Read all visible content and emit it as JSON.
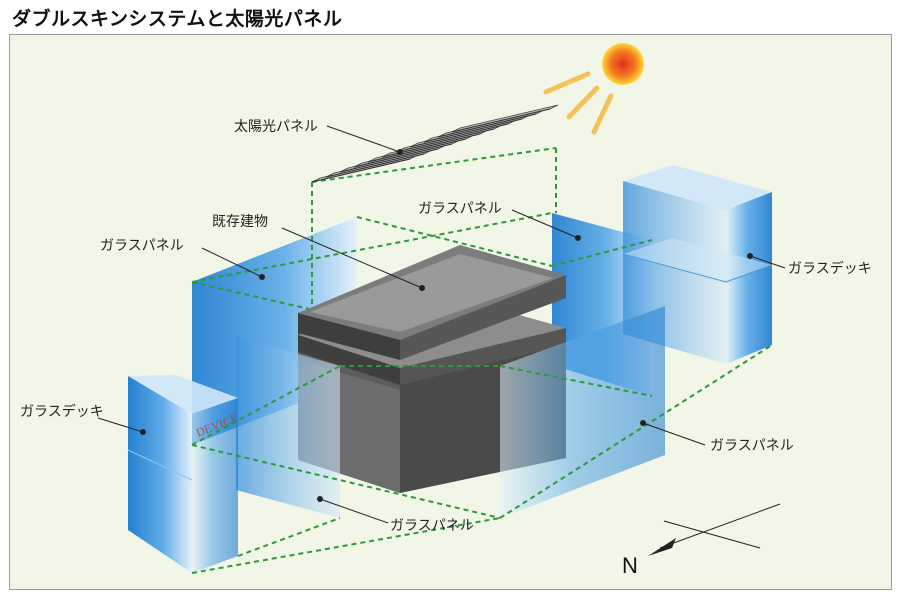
{
  "title": "ダブルスキンシステムと太陽光パネル",
  "labels": {
    "solar_panel": "太陽光パネル",
    "existing_building": "既存建物",
    "glass_panel_left": "ガラスパネル",
    "glass_panel_top": "ガラスパネル",
    "glass_panel_right": "ガラスパネル",
    "glass_panel_bottom": "ガラスパネル",
    "glass_deck_left": "ガラスデッキ",
    "glass_deck_right": "ガラスデッキ",
    "north": "N"
  },
  "colors": {
    "background": "#f1f6e7",
    "glass_dark": "#1f7fd0",
    "glass_light": "#cfe6f8",
    "building_top": "#8e8e8e",
    "building_side": "#5a5a5a",
    "dashed_lines": "#2c9a3a",
    "sun_core": "#e8401b",
    "sun_outer": "#ffd23a"
  }
}
